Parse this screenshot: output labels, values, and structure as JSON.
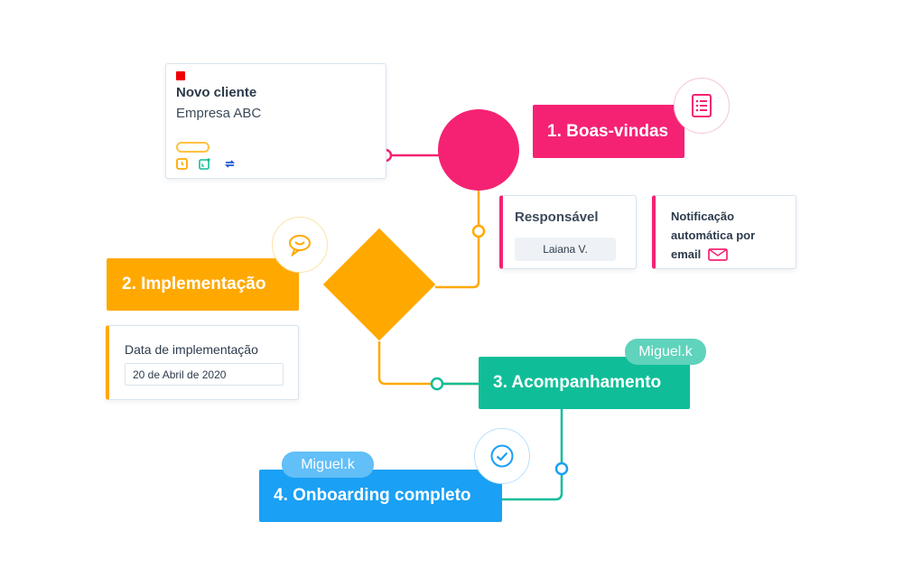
{
  "new_client_card": {
    "title": "Novo cliente",
    "company": "Empresa ABC"
  },
  "steps": {
    "step1": {
      "label": "1. Boas-vindas",
      "color": "#f52273"
    },
    "step2": {
      "label": "2. Implementação",
      "color": "#ffa900"
    },
    "step3": {
      "label": "3. Acompanhamento",
      "color": "#0fbe98",
      "assignee": "Miguel.k"
    },
    "step4": {
      "label": "4. Onboarding completo",
      "color": "#1aa0f4",
      "assignee": "Miguel.k"
    }
  },
  "responsible_card": {
    "title": "Responsável",
    "value": "Laiana V."
  },
  "notification_card": {
    "line1": "Notificação",
    "line2": "automática por",
    "line3": "email"
  },
  "implementation_date_card": {
    "title": "Data de implementação",
    "value": "20 de Abril de 2020"
  },
  "icons": [
    "checklist-icon",
    "chat-bubble-icon",
    "check-circle-icon",
    "mail-icon",
    "clock-icon",
    "calendar-icon",
    "sync-icon"
  ]
}
